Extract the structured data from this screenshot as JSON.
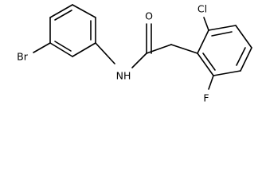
{
  "molecule": {
    "atoms": {
      "br": "Br",
      "nh": "NH",
      "o": "O",
      "cl": "Cl",
      "f": "F"
    },
    "colors": {
      "bond": "#000000",
      "label": "#000000",
      "background": "#ffffff"
    }
  }
}
